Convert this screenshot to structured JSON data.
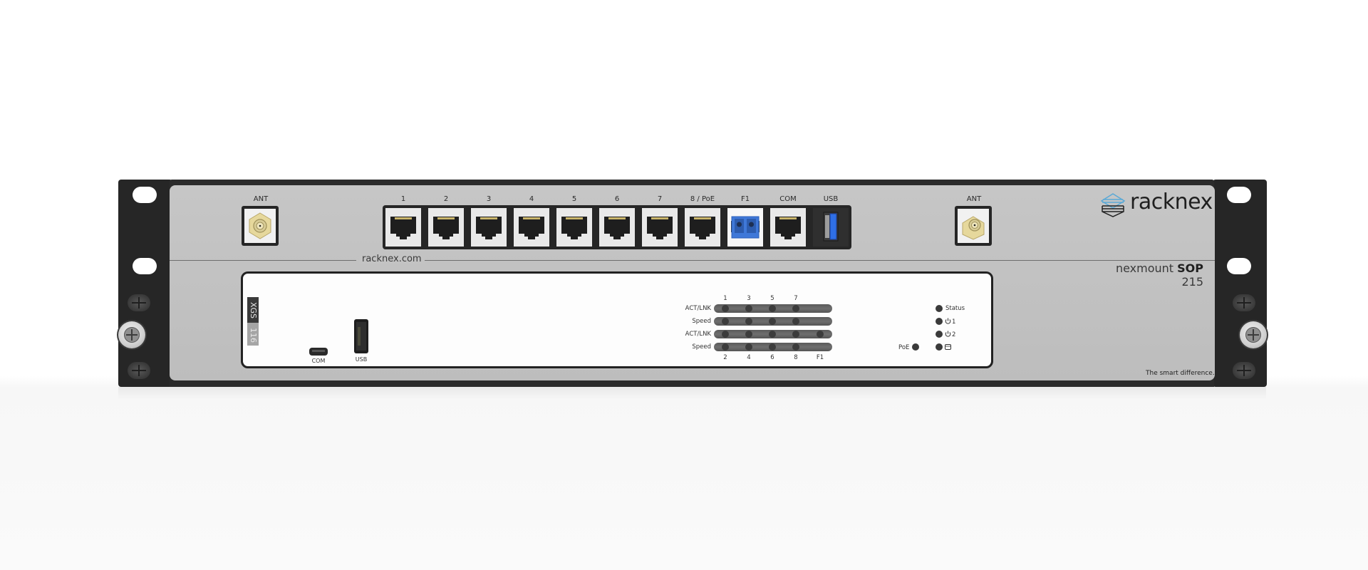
{
  "brand": {
    "logo_text": "racknex",
    "website": "racknex.com",
    "product_line": "nexmount",
    "product_model_bold": "SOP",
    "product_model_number": "215",
    "slogan": "The smart difference.",
    "accent_color": "#5aa9d6"
  },
  "top_ports": {
    "antenna_left_label": "ANT",
    "antenna_right_label": "ANT",
    "ports": [
      {
        "label": "1",
        "type": "rj45"
      },
      {
        "label": "2",
        "type": "rj45"
      },
      {
        "label": "3",
        "type": "rj45"
      },
      {
        "label": "4",
        "type": "rj45"
      },
      {
        "label": "5",
        "type": "rj45"
      },
      {
        "label": "6",
        "type": "rj45"
      },
      {
        "label": "7",
        "type": "rj45"
      },
      {
        "label": "8 / PoE",
        "type": "rj45"
      },
      {
        "label": "F1",
        "type": "sfp-lc",
        "color": "#3f78d8"
      },
      {
        "label": "COM",
        "type": "rj45"
      },
      {
        "label": "USB",
        "type": "usb3",
        "color": "#2f6fe6"
      }
    ]
  },
  "device": {
    "model_prefix": "XGS",
    "model_number": "116",
    "front_ports": {
      "com_label": "COM",
      "usb_label": "USB"
    },
    "led_matrix": {
      "top_numbers": [
        "1",
        "3",
        "5",
        "7"
      ],
      "bottom_numbers": [
        "2",
        "4",
        "6",
        "8",
        "F1"
      ],
      "rows": [
        {
          "label": "ACT/LNK"
        },
        {
          "label": "Speed"
        },
        {
          "label": "ACT/LNK"
        },
        {
          "label": "Speed"
        }
      ]
    },
    "status_leds": {
      "poe_label": "PoE",
      "items": [
        {
          "label": "Status",
          "icon": "none"
        },
        {
          "label": "1",
          "icon": "power-icon"
        },
        {
          "label": "2",
          "icon": "power-icon"
        },
        {
          "label": "",
          "icon": "disk-icon"
        }
      ]
    }
  }
}
